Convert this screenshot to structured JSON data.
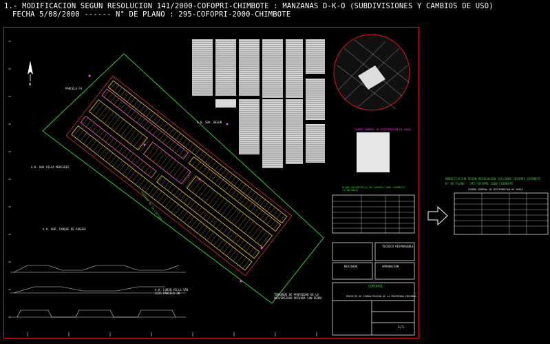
{
  "header": {
    "line1": "1.- MODIFICACION SEGUN RESOLUCION 141/2000-COFOPRI-CHIMBOTE : MANZANAS D-K-O (SUBDIVISIONES Y CAMBIOS DE USO)",
    "line2": "FECHA 5/08/2000 ------ N° DE PLANO : 295-COFOPRI-2000-CHIMBOTE"
  },
  "plan": {
    "north_label": "N",
    "labels": {
      "parcela": "PARCELA FA",
      "ah_villa": "A.H. HUA VILLA MERCEDES",
      "ah_parque": "A.H. HUP. PARQUE DE ARGUED",
      "ah_miguel": "A.H. SRA. BELEN",
      "ah_lurin": "A.H. LURIN VILLA SAN LUIS PARCELA 3N",
      "terrenos": "TERRENOS DE PROPIEDAD DE LA UNIVERSIDAD PRIVADA SAN PEDRO",
      "avenida": "AVENIDA DE LA CULTURA"
    }
  },
  "tables": {
    "table_title": "CUADRO GENERAL DE DISTRIBUCION DE AREAS",
    "plano_ref": "PLANO PERIMETRICO 2N-COFOPRI-2000-CHIMBOTE (5/08/2000)"
  },
  "title_block": {
    "org": "COFOPRI",
    "sub": "PROYECTO DE FORMALIZACION DE LA PROPIEDAD INFORMAL",
    "box1": "TECNICO RESPONSABLE",
    "box2": "APROBACION",
    "box3": "REVISADO",
    "sheet": "1/1"
  },
  "side_note": {
    "line1": "MODIFICACION SEGUN RESOLUCION 141/2000-COFOPRI-CHIMBOTE",
    "line2": "N° DE PLANO : 295-COFOPRI-2000-CHIMBOTE",
    "table_title": "CUADRO GENERAL DE DISTRIBUCION DE AREAS"
  },
  "colors": {
    "border": "#e0141e",
    "text_green": "#3fd13f",
    "lots_yellow": "#ffcc33",
    "lots_pink": "#ff66cc",
    "perimeter_green": "#33cc33",
    "street_red": "#ff3333"
  },
  "arrow_icon": "right-arrow-icon"
}
